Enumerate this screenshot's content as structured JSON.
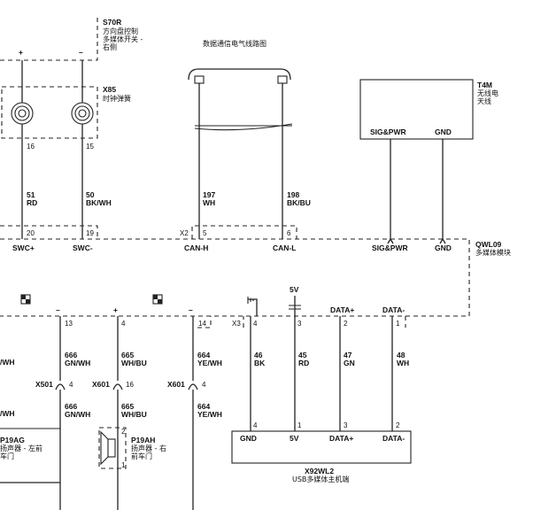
{
  "title": "数据通信电气线路图",
  "components": {
    "s70r": {
      "ref": "S70R",
      "name": [
        "方向盘控制",
        "多媒体开关 -",
        "右侧"
      ],
      "pos": "+",
      "neg": "–"
    },
    "x85": {
      "ref": "X85",
      "name": "时钟弹簧",
      "pin_a": "16",
      "pin_b": "15"
    },
    "t4m": {
      "ref": "T4M",
      "name": [
        "无线电",
        "天线"
      ],
      "pin_sig": "SIG&PWR",
      "pin_gnd": "GND"
    },
    "qwl09": {
      "ref": "QWL09",
      "name": "多媒体模块"
    },
    "x92wl2": {
      "ref": "X92WL2",
      "name": "USB多媒体主机端",
      "pins": [
        "GND",
        "5V",
        "DATA+",
        "DATA-"
      ]
    },
    "p19ag": {
      "ref": "P19AG",
      "name": [
        "扬声器 - 左前",
        "车门"
      ]
    },
    "p19ah": {
      "ref": "P19AH",
      "name": [
        "扬声器 - 右",
        "前车门"
      ]
    }
  },
  "wires_upper": [
    {
      "num": "51",
      "color": "RD"
    },
    {
      "num": "50",
      "color": "BK/WH"
    },
    {
      "num": "197",
      "color": "WH"
    },
    {
      "num": "198",
      "color": "BK/BU"
    }
  ],
  "module_pins": [
    {
      "pin": "20",
      "label": "SWC+"
    },
    {
      "pin": "19",
      "label": "SWC-"
    },
    {
      "pin": "5",
      "label": "CAN-H",
      "conn": "X2"
    },
    {
      "pin": "6",
      "label": "CAN-L"
    },
    {
      "label": "SIG&PWR"
    },
    {
      "label": "GND"
    }
  ],
  "lower_header": {
    "pin13": "13",
    "pin4": "4",
    "pin14": "14",
    "minus": "–",
    "plus": "+"
  },
  "lower_wires": [
    {
      "num": "666",
      "color": "GN/WH",
      "conn": "X501",
      "pin": "4"
    },
    {
      "num": "665",
      "color": "WH/BU",
      "conn": "X601",
      "pin": "16"
    },
    {
      "num": "664",
      "color": "YE/WH",
      "conn": "X601",
      "pin": "4"
    }
  ],
  "partial_colors": {
    "a": "/WH",
    "b": "/WH"
  },
  "speaker_pins": {
    "top": "2",
    "bottom": "1"
  },
  "usb_header": {
    "conn": "X3",
    "v5": "5V",
    "data_plus": "DATA+",
    "data_minus": "DATA-",
    "pins": [
      "4",
      "3",
      "2",
      "1"
    ]
  },
  "usb_wires": [
    {
      "num": "46",
      "color": "BK"
    },
    {
      "num": "45",
      "color": "RD"
    },
    {
      "num": "47",
      "color": "GN"
    },
    {
      "num": "48",
      "color": "WH"
    }
  ],
  "usb_host_pins": [
    "4",
    "1",
    "3",
    "2"
  ]
}
